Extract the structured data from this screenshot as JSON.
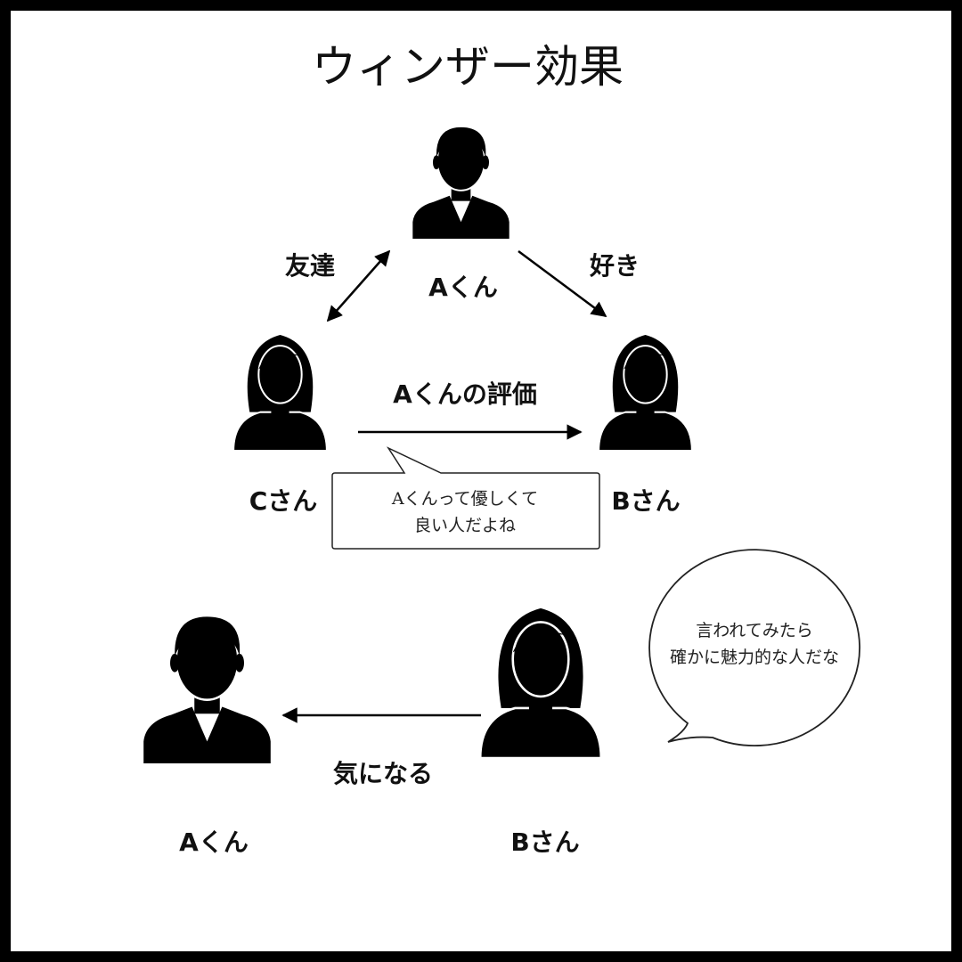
{
  "title": "ウィンザー効果",
  "labels": {
    "friends": "友達",
    "likes": "好き",
    "a_top": "Aくん",
    "evaluation": "Aくんの評価",
    "c_san": "Cさん",
    "b_san": "Bさん",
    "curious": "気になる",
    "a_bottom": "Aくん",
    "b_bottom": "Bさん"
  },
  "bubbles": {
    "c_line1": "Aくんって優しくて",
    "c_line2": "良い人だよね",
    "b_line1": "言われてみたら",
    "b_line2": "確かに魅力的な人だな"
  },
  "colors": {
    "frame": "#000000",
    "silhouette": "#000000"
  }
}
